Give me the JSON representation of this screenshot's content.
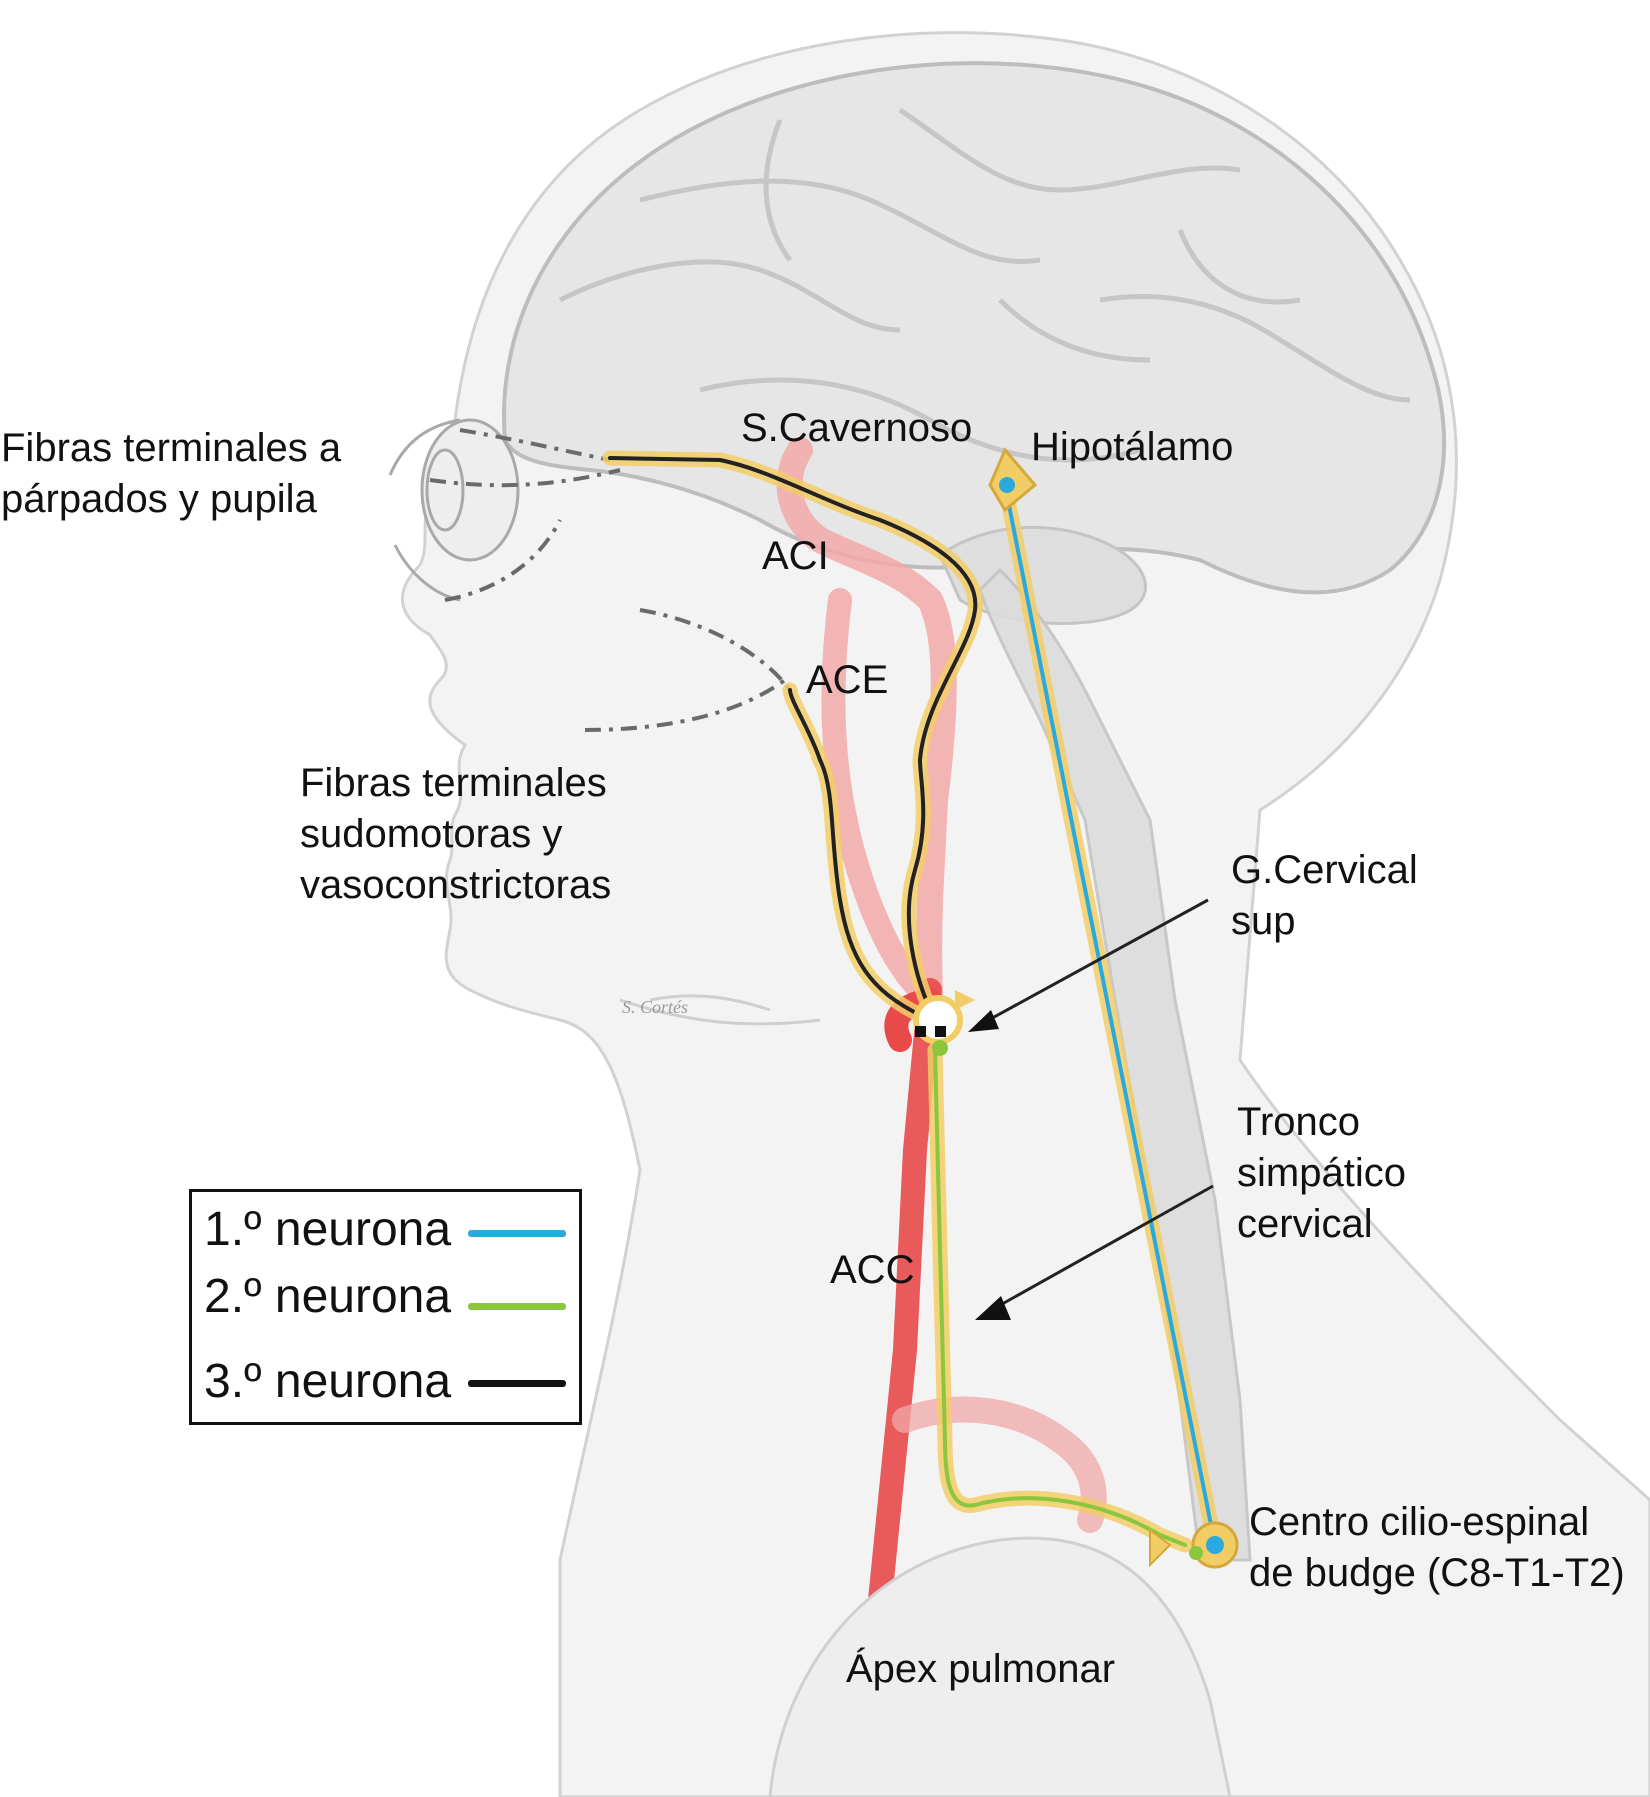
{
  "labels": {
    "fibras_parpados_line1": "Fibras terminales a",
    "fibras_parpados_line2": "párpados y pupila",
    "s_cavernoso": "S.Cavernoso",
    "hipotalamo": "Hipotálamo",
    "aci": "ACI",
    "ace": "ACE",
    "fibras_sudomotoras_line1": "Fibras terminales",
    "fibras_sudomotoras_line2": "sudomotoras  y",
    "fibras_sudomotoras_line3": "vasoconstrictoras",
    "g_cervical_line1": "G.Cervical",
    "g_cervical_line2": "sup",
    "tronco_line1": "Tronco",
    "tronco_line2": "simpático",
    "tronco_line3": "cervical",
    "acc": "ACC",
    "centro_line1": "Centro cilio-espinal",
    "centro_line2": "de budge (C8-T1-T2)",
    "apex": "Ápex pulmonar",
    "signature": "S. Cortés"
  },
  "legend": {
    "items": [
      {
        "label": "1.º neurona",
        "color": "#2aa9df"
      },
      {
        "label": "2.º neurona",
        "color": "#8cc63f"
      },
      {
        "label": "3.º neurona",
        "color": "#111111"
      }
    ]
  },
  "colors": {
    "first_neuron": "#2aa9df",
    "second_neuron": "#8cc63f",
    "third_neuron": "#111111",
    "nerve_sheath": "#f2cd66",
    "artery": "#e84a4a",
    "artery_light": "#f2a8a8",
    "anatomy_fill": "#ececec",
    "anatomy_stroke": "#c9c9c9"
  }
}
